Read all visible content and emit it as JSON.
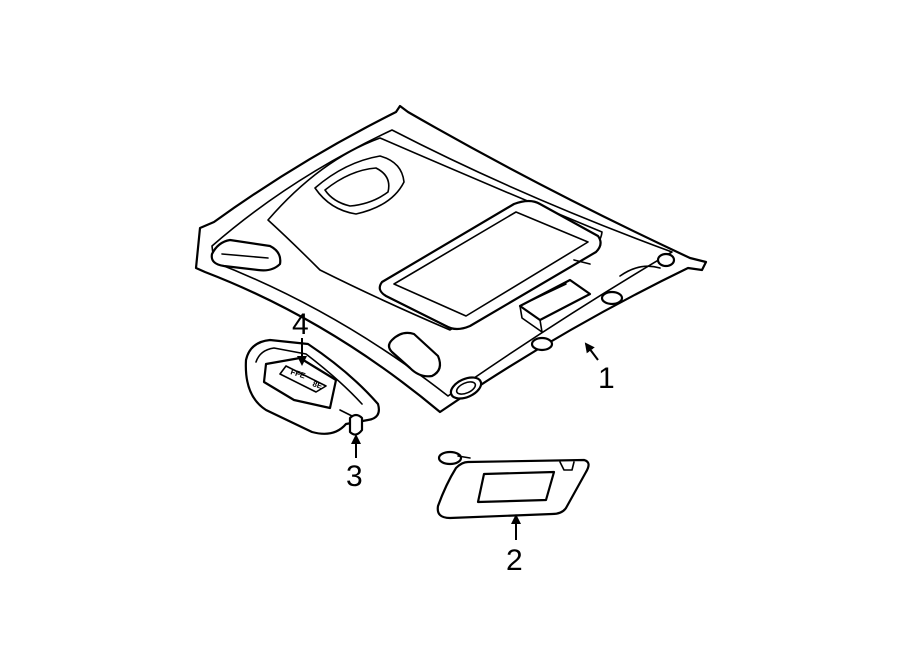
{
  "callouts": {
    "headliner": "1",
    "sun_visor": "2",
    "visor_bracket": "3",
    "dome_lamp": "4"
  },
  "lamp_lens_marks": {
    "left": "FFE",
    "right": "8E"
  }
}
